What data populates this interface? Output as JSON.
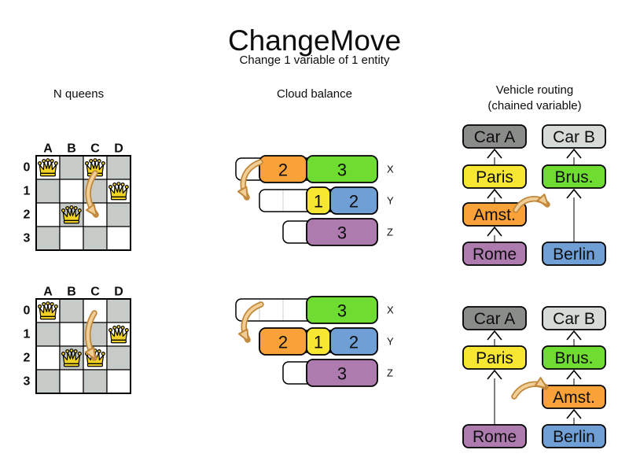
{
  "title": "ChangeMove",
  "subtitle": "Change 1 variable of 1 entity",
  "columns": {
    "nqueens": "N queens",
    "cloud": "Cloud balance",
    "vehicle": "Vehicle routing\n(chained variable)"
  },
  "nqueens": {
    "col_labels": [
      "A",
      "B",
      "C",
      "D"
    ],
    "row_labels": [
      "0",
      "1",
      "2",
      "3"
    ],
    "boards": [
      {
        "queens": [
          [
            0,
            0
          ],
          [
            2,
            0
          ],
          [
            3,
            1
          ],
          [
            1,
            2
          ]
        ]
      },
      {
        "queens": [
          [
            0,
            0
          ],
          [
            3,
            1
          ],
          [
            1,
            2
          ],
          [
            2,
            2
          ]
        ]
      }
    ]
  },
  "cloud": {
    "states": [
      {
        "rows": [
          {
            "label": "X",
            "bar_start": 0,
            "bar_units": 6,
            "blocks": [
              {
                "value": "2",
                "color": "orange",
                "start": 1,
                "units": 2
              },
              {
                "value": "3",
                "color": "green",
                "start": 3,
                "units": 3
              }
            ]
          },
          {
            "label": "Y",
            "bar_start": 1,
            "bar_units": 5,
            "blocks": [
              {
                "value": "1",
                "color": "yellow",
                "start": 3,
                "units": 1
              },
              {
                "value": "2",
                "color": "blue",
                "start": 4,
                "units": 2
              }
            ]
          },
          {
            "label": "Z",
            "bar_start": 2,
            "bar_units": 4,
            "blocks": [
              {
                "value": "3",
                "color": "purple",
                "start": 3,
                "units": 3
              }
            ]
          }
        ]
      },
      {
        "rows": [
          {
            "label": "X",
            "bar_start": 0,
            "bar_units": 6,
            "blocks": [
              {
                "value": "3",
                "color": "green",
                "start": 3,
                "units": 3
              }
            ]
          },
          {
            "label": "Y",
            "bar_start": 1,
            "bar_units": 5,
            "blocks": [
              {
                "value": "2",
                "color": "orange",
                "start": 1,
                "units": 2
              },
              {
                "value": "1",
                "color": "yellow",
                "start": 3,
                "units": 1
              },
              {
                "value": "2",
                "color": "blue",
                "start": 4,
                "units": 2
              }
            ]
          },
          {
            "label": "Z",
            "bar_start": 2,
            "bar_units": 4,
            "blocks": [
              {
                "value": "3",
                "color": "purple",
                "start": 3,
                "units": 3
              }
            ]
          }
        ]
      }
    ]
  },
  "vehicle": {
    "states": [
      {
        "chains": [
          {
            "items": [
              {
                "label": "Car A",
                "color": "car_a_gray"
              },
              {
                "label": "Paris",
                "color": "yellow"
              },
              {
                "label": "Amst.",
                "color": "orange"
              },
              {
                "label": "Rome",
                "color": "purple"
              }
            ]
          },
          {
            "items": [
              {
                "label": "Car B",
                "color": "car_b_gray"
              },
              {
                "label": "Brus.",
                "color": "green"
              },
              null,
              {
                "label": "Berlin",
                "color": "blue"
              }
            ]
          }
        ]
      },
      {
        "chains": [
          {
            "items": [
              {
                "label": "Car A",
                "color": "car_a_gray"
              },
              {
                "label": "Paris",
                "color": "yellow"
              },
              null,
              {
                "label": "Rome",
                "color": "purple"
              }
            ]
          },
          {
            "items": [
              {
                "label": "Car B",
                "color": "car_b_gray"
              },
              {
                "label": "Brus.",
                "color": "green"
              },
              {
                "label": "Amst.",
                "color": "orange"
              },
              {
                "label": "Berlin",
                "color": "blue"
              }
            ]
          }
        ]
      }
    ]
  },
  "colors": {
    "orange": "#F9A23A",
    "green": "#6EDC30",
    "yellow": "#F7E733",
    "blue": "#6F9FD4",
    "purple": "#AD7BAD",
    "car_a_gray": "#8A8C8A",
    "car_b_gray": "#D7DBD7",
    "board_gray": "#C7CBC7",
    "queen_yellow": "#F2D224",
    "arrow_fill": "#F0CE96",
    "arrow_stroke": "#C1873B",
    "connector_gray": "#808080",
    "divider_gray": "#CCCCCC"
  }
}
